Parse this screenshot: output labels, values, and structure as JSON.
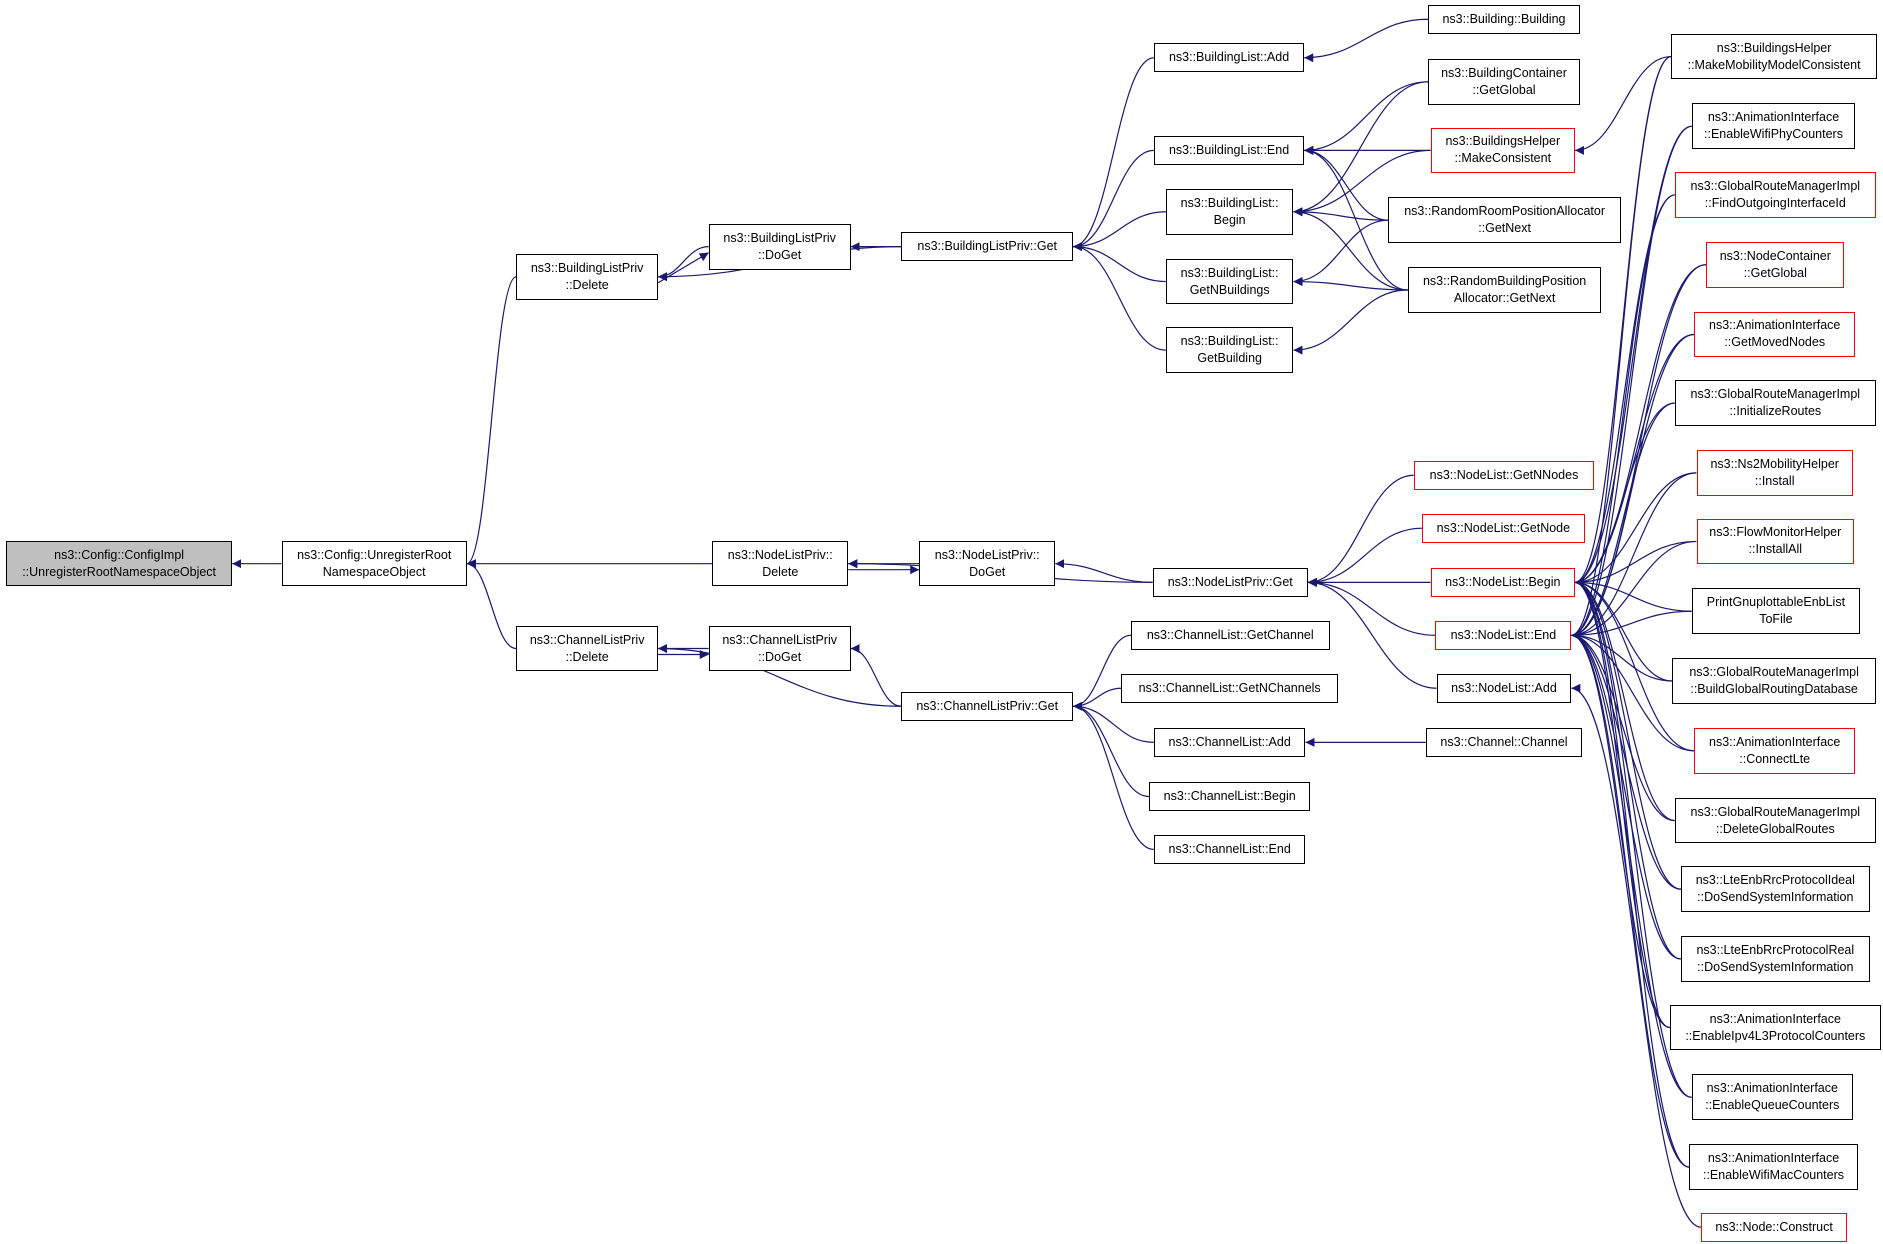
{
  "colors": {
    "edge": "#191970",
    "border": "#000000",
    "truncated_border": "#ff0000",
    "focus_fill": "#bfbfbf"
  },
  "nodes": [
    {
      "id": "root",
      "lines": [
        "ns3::Config::ConfigImpl",
        "::UnregisterRootNamespaceObject"
      ],
      "style": "focus"
    },
    {
      "id": "unreg",
      "lines": [
        "ns3::Config::UnregisterRoot",
        "NamespaceObject"
      ],
      "style": "normal"
    },
    {
      "id": "blp_del",
      "lines": [
        "ns3::BuildingListPriv",
        "::Delete"
      ],
      "style": "normal"
    },
    {
      "id": "nlp_del",
      "lines": [
        "ns3::NodeListPriv::",
        "Delete"
      ],
      "style": "normal"
    },
    {
      "id": "clp_del",
      "lines": [
        "ns3::ChannelListPriv",
        "::Delete"
      ],
      "style": "normal"
    },
    {
      "id": "blp_doget",
      "lines": [
        "ns3::BuildingListPriv",
        "::DoGet"
      ],
      "style": "normal"
    },
    {
      "id": "nlp_doget",
      "lines": [
        "ns3::NodeListPriv::",
        "DoGet"
      ],
      "style": "normal"
    },
    {
      "id": "clp_doget",
      "lines": [
        "ns3::ChannelListPriv",
        "::DoGet"
      ],
      "style": "normal"
    },
    {
      "id": "blp_get",
      "lines": [
        "ns3::BuildingListPriv::Get"
      ],
      "style": "normal"
    },
    {
      "id": "nlp_get",
      "lines": [
        "ns3::NodeListPriv::Get"
      ],
      "style": "normal"
    },
    {
      "id": "clp_get",
      "lines": [
        "ns3::ChannelListPriv::Get"
      ],
      "style": "normal"
    },
    {
      "id": "bl_add",
      "lines": [
        "ns3::BuildingList::Add"
      ],
      "style": "normal"
    },
    {
      "id": "bl_end",
      "lines": [
        "ns3::BuildingList::End"
      ],
      "style": "normal"
    },
    {
      "id": "bl_begin",
      "lines": [
        "ns3::BuildingList::",
        "Begin"
      ],
      "style": "normal"
    },
    {
      "id": "bl_getn",
      "lines": [
        "ns3::BuildingList::",
        "GetNBuildings"
      ],
      "style": "normal"
    },
    {
      "id": "bl_getb",
      "lines": [
        "ns3::BuildingList::",
        "GetBuilding"
      ],
      "style": "normal"
    },
    {
      "id": "building",
      "lines": [
        "ns3::Building::Building"
      ],
      "style": "normal"
    },
    {
      "id": "bc_global",
      "lines": [
        "ns3::BuildingContainer",
        "::GetGlobal"
      ],
      "style": "normal"
    },
    {
      "id": "bh_mc",
      "lines": [
        "ns3::BuildingsHelper",
        "::MakeConsistent"
      ],
      "style": "truncated"
    },
    {
      "id": "rrpa",
      "lines": [
        "ns3::RandomRoomPositionAllocator",
        "::GetNext"
      ],
      "style": "normal"
    },
    {
      "id": "rbpa",
      "lines": [
        "ns3::RandomBuildingPosition",
        "Allocator::GetNext"
      ],
      "style": "normal"
    },
    {
      "id": "nl_getnn",
      "lines": [
        "ns3::NodeList::GetNNodes"
      ],
      "style": "truncated"
    },
    {
      "id": "nl_getnode",
      "lines": [
        "ns3::NodeList::GetNode"
      ],
      "style": "truncated"
    },
    {
      "id": "nl_begin",
      "lines": [
        "ns3::NodeList::Begin"
      ],
      "style": "truncated"
    },
    {
      "id": "nl_end",
      "lines": [
        "ns3::NodeList::End"
      ],
      "style": "truncated"
    },
    {
      "id": "nl_add",
      "lines": [
        "ns3::NodeList::Add"
      ],
      "style": "normal"
    },
    {
      "id": "cl_getch",
      "lines": [
        "ns3::ChannelList::GetChannel"
      ],
      "style": "normal"
    },
    {
      "id": "cl_getnch",
      "lines": [
        "ns3::ChannelList::GetNChannels"
      ],
      "style": "normal"
    },
    {
      "id": "cl_add",
      "lines": [
        "ns3::ChannelList::Add"
      ],
      "style": "normal"
    },
    {
      "id": "cl_begin",
      "lines": [
        "ns3::ChannelList::Begin"
      ],
      "style": "normal"
    },
    {
      "id": "cl_end",
      "lines": [
        "ns3::ChannelList::End"
      ],
      "style": "normal"
    },
    {
      "id": "channel",
      "lines": [
        "ns3::Channel::Channel"
      ],
      "style": "normal"
    },
    {
      "id": "r1",
      "lines": [
        "ns3::BuildingsHelper",
        "::MakeMobilityModelConsistent"
      ],
      "style": "normal"
    },
    {
      "id": "r2",
      "lines": [
        "ns3::AnimationInterface",
        "::EnableWifiPhyCounters"
      ],
      "style": "normal"
    },
    {
      "id": "r3",
      "lines": [
        "ns3::GlobalRouteManagerImpl",
        "::FindOutgoingInterfaceId"
      ],
      "style": "truncated"
    },
    {
      "id": "r4",
      "lines": [
        "ns3::NodeContainer",
        "::GetGlobal"
      ],
      "style": "truncated"
    },
    {
      "id": "r5",
      "lines": [
        "ns3::AnimationInterface",
        "::GetMovedNodes"
      ],
      "style": "truncated"
    },
    {
      "id": "r6",
      "lines": [
        "ns3::GlobalRouteManagerImpl",
        "::InitializeRoutes"
      ],
      "style": "normal"
    },
    {
      "id": "r7",
      "lines": [
        "ns3::Ns2MobilityHelper",
        "::Install"
      ],
      "style": "truncated"
    },
    {
      "id": "r8",
      "lines": [
        "ns3::FlowMonitorHelper",
        "::InstallAll"
      ],
      "style": "truncated"
    },
    {
      "id": "r9",
      "lines": [
        "PrintGnuplottableEnbList",
        "ToFile"
      ],
      "style": "normal"
    },
    {
      "id": "r10",
      "lines": [
        "ns3::GlobalRouteManagerImpl",
        "::BuildGlobalRoutingDatabase"
      ],
      "style": "normal"
    },
    {
      "id": "r11",
      "lines": [
        "ns3::AnimationInterface",
        "::ConnectLte"
      ],
      "style": "truncated"
    },
    {
      "id": "r12",
      "lines": [
        "ns3::GlobalRouteManagerImpl",
        "::DeleteGlobalRoutes"
      ],
      "style": "normal"
    },
    {
      "id": "r13",
      "lines": [
        "ns3::LteEnbRrcProtocolIdeal",
        "::DoSendSystemInformation"
      ],
      "style": "normal"
    },
    {
      "id": "r14",
      "lines": [
        "ns3::LteEnbRrcProtocolReal",
        "::DoSendSystemInformation"
      ],
      "style": "normal"
    },
    {
      "id": "r15",
      "lines": [
        "ns3::AnimationInterface",
        "::EnableIpv4L3ProtocolCounters"
      ],
      "style": "normal"
    },
    {
      "id": "r16",
      "lines": [
        "ns3::AnimationInterface",
        "::EnableQueueCounters"
      ],
      "style": "normal"
    },
    {
      "id": "r17",
      "lines": [
        "ns3::AnimationInterface",
        "::EnableWifiMacCounters"
      ],
      "style": "normal"
    },
    {
      "id": "r18",
      "lines": [
        "ns3::Node::Construct"
      ],
      "style": "truncated"
    }
  ],
  "edges": [
    [
      "unreg",
      "root"
    ],
    [
      "blp_del",
      "unreg"
    ],
    [
      "nlp_del",
      "unreg"
    ],
    [
      "clp_del",
      "unreg"
    ],
    [
      "blp_doget",
      "blp_del"
    ],
    [
      "blp_del",
      "blp_doget"
    ],
    [
      "blp_get",
      "blp_del"
    ],
    [
      "blp_get",
      "blp_doget"
    ],
    [
      "nlp_doget",
      "nlp_del"
    ],
    [
      "nlp_del",
      "nlp_doget"
    ],
    [
      "nlp_get",
      "nlp_del"
    ],
    [
      "nlp_get",
      "nlp_doget"
    ],
    [
      "clp_doget",
      "clp_del"
    ],
    [
      "clp_del",
      "clp_doget"
    ],
    [
      "clp_get",
      "clp_del"
    ],
    [
      "clp_get",
      "clp_doget"
    ],
    [
      "bl_add",
      "blp_get"
    ],
    [
      "bl_end",
      "blp_get"
    ],
    [
      "bl_begin",
      "blp_get"
    ],
    [
      "bl_getn",
      "blp_get"
    ],
    [
      "bl_getb",
      "blp_get"
    ],
    [
      "building",
      "bl_add"
    ],
    [
      "bc_global",
      "bl_end"
    ],
    [
      "bh_mc",
      "bl_end"
    ],
    [
      "rrpa",
      "bl_end"
    ],
    [
      "rbpa",
      "bl_end"
    ],
    [
      "bc_global",
      "bl_begin"
    ],
    [
      "bh_mc",
      "bl_begin"
    ],
    [
      "rrpa",
      "bl_begin"
    ],
    [
      "rbpa",
      "bl_begin"
    ],
    [
      "rrpa",
      "bl_getn"
    ],
    [
      "rbpa",
      "bl_getn"
    ],
    [
      "rbpa",
      "bl_getb"
    ],
    [
      "r1",
      "bh_mc"
    ],
    [
      "nl_getnn",
      "nlp_get"
    ],
    [
      "nl_getnode",
      "nlp_get"
    ],
    [
      "nl_begin",
      "nlp_get"
    ],
    [
      "nl_end",
      "nlp_get"
    ],
    [
      "nl_add",
      "nlp_get"
    ],
    [
      "r18",
      "nl_add"
    ],
    [
      "cl_getch",
      "clp_get"
    ],
    [
      "cl_getnch",
      "clp_get"
    ],
    [
      "cl_add",
      "clp_get"
    ],
    [
      "cl_begin",
      "clp_get"
    ],
    [
      "cl_end",
      "clp_get"
    ],
    [
      "channel",
      "cl_add"
    ],
    [
      "r1",
      "nl_begin"
    ],
    [
      "r2",
      "nl_begin"
    ],
    [
      "r3",
      "nl_begin"
    ],
    [
      "r4",
      "nl_begin"
    ],
    [
      "r5",
      "nl_begin"
    ],
    [
      "r6",
      "nl_begin"
    ],
    [
      "r7",
      "nl_begin"
    ],
    [
      "r8",
      "nl_begin"
    ],
    [
      "r9",
      "nl_begin"
    ],
    [
      "r10",
      "nl_begin"
    ],
    [
      "r11",
      "nl_begin"
    ],
    [
      "r12",
      "nl_begin"
    ],
    [
      "r13",
      "nl_begin"
    ],
    [
      "r14",
      "nl_begin"
    ],
    [
      "r15",
      "nl_begin"
    ],
    [
      "r16",
      "nl_begin"
    ],
    [
      "r17",
      "nl_begin"
    ],
    [
      "r1",
      "nl_end"
    ],
    [
      "r2",
      "nl_end"
    ],
    [
      "r3",
      "nl_end"
    ],
    [
      "r4",
      "nl_end"
    ],
    [
      "r5",
      "nl_end"
    ],
    [
      "r6",
      "nl_end"
    ],
    [
      "r7",
      "nl_end"
    ],
    [
      "r8",
      "nl_end"
    ],
    [
      "r9",
      "nl_end"
    ],
    [
      "r10",
      "nl_end"
    ],
    [
      "r11",
      "nl_end"
    ],
    [
      "r12",
      "nl_end"
    ],
    [
      "r13",
      "nl_end"
    ],
    [
      "r14",
      "nl_end"
    ],
    [
      "r15",
      "nl_end"
    ],
    [
      "r16",
      "nl_end"
    ],
    [
      "r17",
      "nl_end"
    ]
  ]
}
